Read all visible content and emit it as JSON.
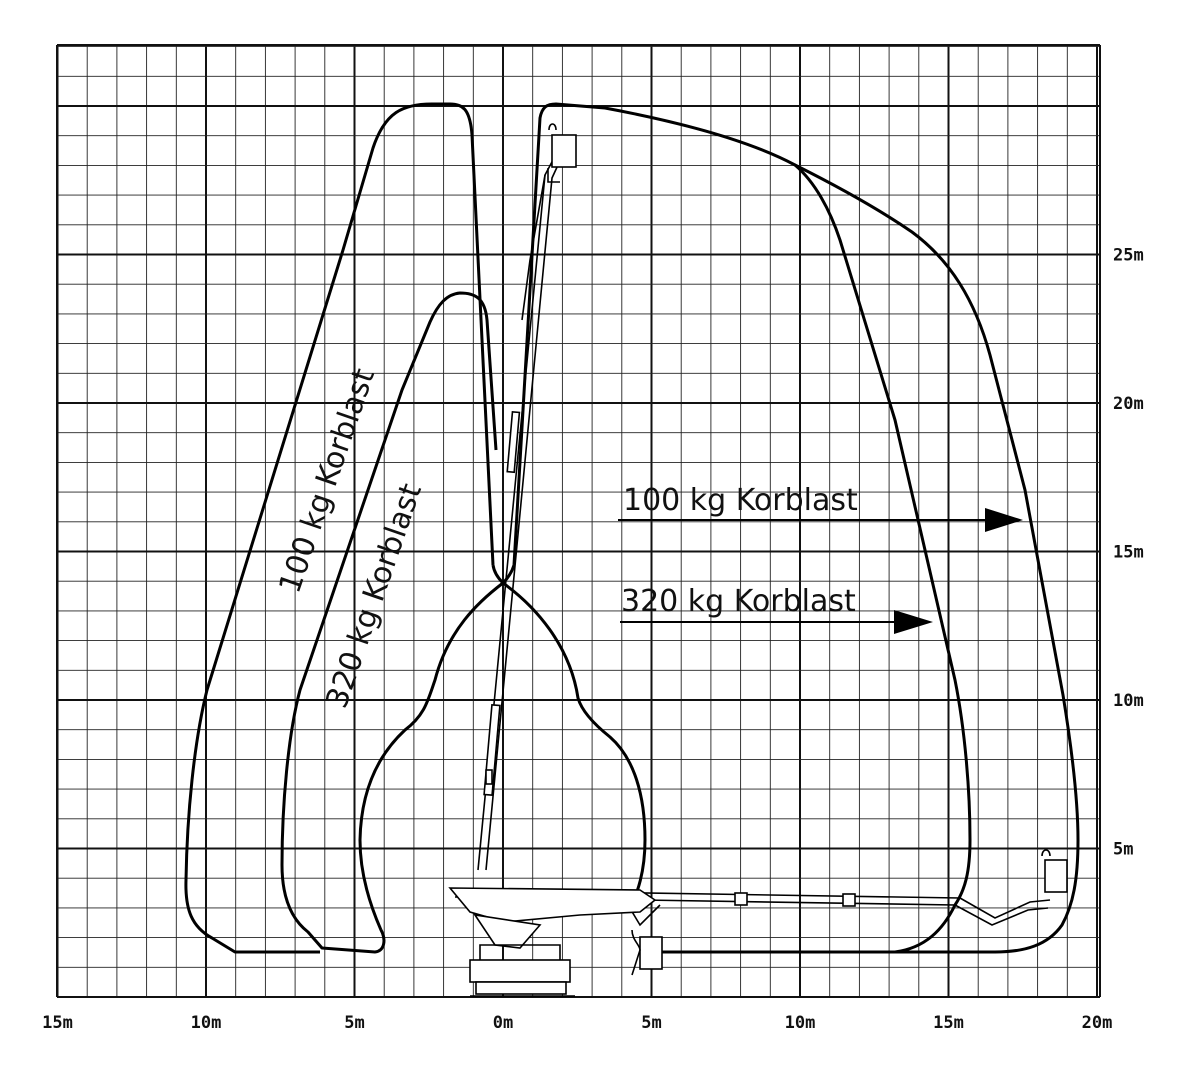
{
  "diagram": {
    "x_axis": {
      "ticks": [
        {
          "value": -15,
          "label": "15m"
        },
        {
          "value": -10,
          "label": "10m"
        },
        {
          "value": -5,
          "label": "5m"
        },
        {
          "value": 0,
          "label": "0m"
        },
        {
          "value": 5,
          "label": "5m"
        },
        {
          "value": 10,
          "label": "10m"
        },
        {
          "value": 15,
          "label": "15m"
        },
        {
          "value": 20,
          "label": "20m"
        }
      ]
    },
    "y_axis": {
      "ticks": [
        {
          "value": 5,
          "label": "5m"
        },
        {
          "value": 10,
          "label": "10m"
        },
        {
          "value": 15,
          "label": "15m"
        },
        {
          "value": 20,
          "label": "20m"
        },
        {
          "value": 25,
          "label": "25m"
        }
      ]
    },
    "zones": [
      {
        "id": "zone-100kg",
        "label": "100 kg Korblast"
      },
      {
        "id": "zone-320kg",
        "label": "320 kg Korblast"
      }
    ],
    "annotations": {
      "left_100": "100 kg Korblast",
      "left_320": "320 kg Korblast",
      "right_100": "100 kg Korblast",
      "right_320": "320 kg Korblast"
    }
  }
}
